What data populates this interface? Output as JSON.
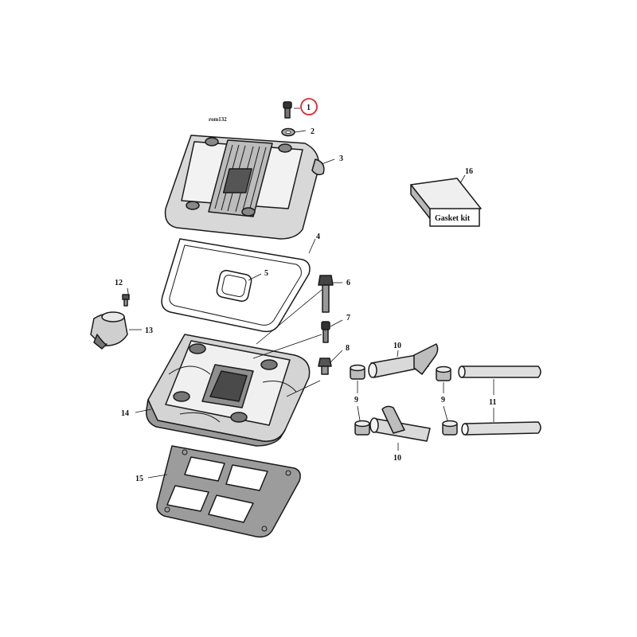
{
  "diagram": {
    "reference_code": "rom132",
    "highlighted_callout": "1",
    "callouts": [
      {
        "id": "c1",
        "label": "1"
      },
      {
        "id": "c2",
        "label": "2"
      },
      {
        "id": "c3",
        "label": "3"
      },
      {
        "id": "c4",
        "label": "4"
      },
      {
        "id": "c5",
        "label": "5"
      },
      {
        "id": "c6",
        "label": "6"
      },
      {
        "id": "c7",
        "label": "7"
      },
      {
        "id": "c8",
        "label": "8"
      },
      {
        "id": "c9a",
        "label": "9"
      },
      {
        "id": "c9b",
        "label": "9"
      },
      {
        "id": "c9c",
        "label": "9"
      },
      {
        "id": "c9d",
        "label": "9"
      },
      {
        "id": "c10a",
        "label": "10"
      },
      {
        "id": "c10b",
        "label": "10"
      },
      {
        "id": "c11",
        "label": "11"
      },
      {
        "id": "c12",
        "label": "12"
      },
      {
        "id": "c13",
        "label": "13"
      },
      {
        "id": "c14",
        "label": "14"
      },
      {
        "id": "c15",
        "label": "15"
      },
      {
        "id": "c16",
        "label": "16"
      }
    ],
    "gasket_kit_label": "Gasket kit",
    "colors": {
      "highlight_ring": "#e0282e",
      "part_light": "#eeeeee",
      "part_mid": "#cfcfcf",
      "part_dark": "#8c8c8c",
      "part_shadow": "#555555",
      "line": "#1a1a1a"
    }
  }
}
